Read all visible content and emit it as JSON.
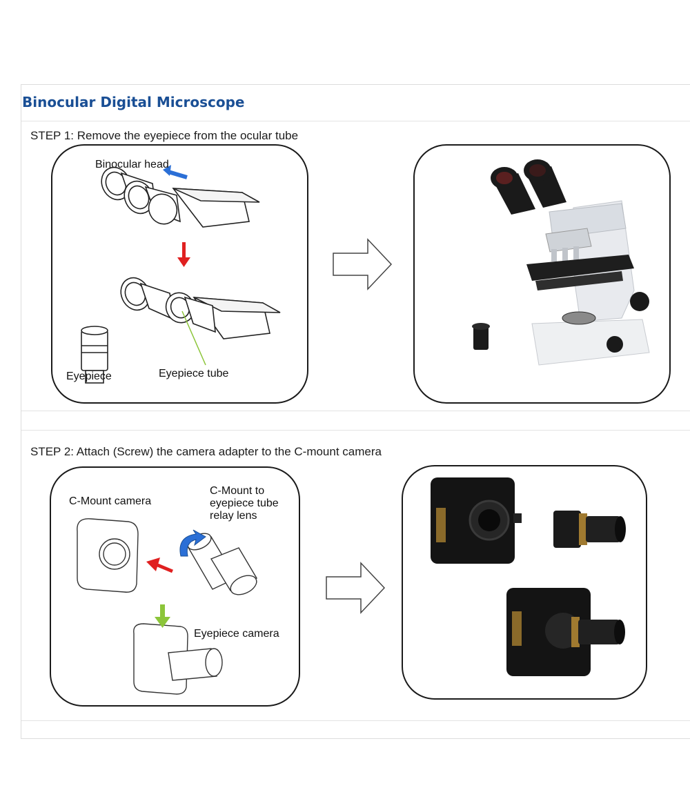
{
  "title": "Binocular Digital Microscope",
  "step1": {
    "heading": "STEP 1: Remove the eyepiece from the ocular tube",
    "labels": {
      "head": "Binocular head",
      "eyepiece": "Eyepiece",
      "tube": "Eyepiece tube"
    }
  },
  "step2": {
    "heading": "STEP 2: Attach (Screw) the camera adapter to the C-mount camera",
    "labels": {
      "cmount": "C-Mount camera",
      "relay_line1": "C-Mount to",
      "relay_line2": "eyepiece tube",
      "relay_line3": "relay lens",
      "eyepiece_cam": "Eyepiece camera"
    }
  },
  "colors": {
    "title": "#1a4f95",
    "arrow_blue": "#2b6fd6",
    "arrow_red": "#e02020",
    "arrow_green": "#8cc53a",
    "border": "#1a1a1a"
  },
  "icons": [
    "right-arrow-icon",
    "blue-arrow-icon",
    "red-arrow-icon",
    "green-arrow-icon",
    "rotate-arrow-icon"
  ]
}
